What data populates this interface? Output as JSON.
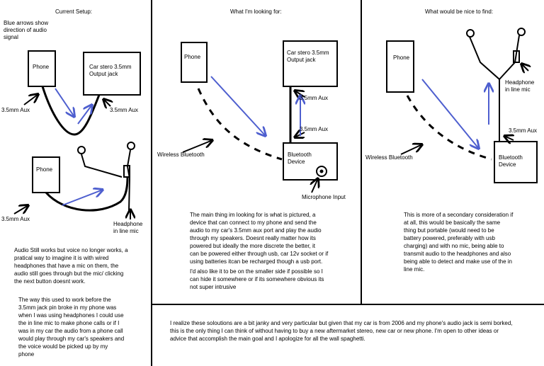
{
  "panels": {
    "current": {
      "title": "Current Setup:",
      "note": "Blue arrows show\ndirection of audio\nsignal",
      "phone_top": "Phone",
      "car_stereo": "Car stero 3.5mm\nOutput jack",
      "aux_left_top": "3.5mm Aux",
      "aux_right_top": "3.5mm Aux",
      "phone_bottom": "Phone",
      "aux_bottom": "3.5mm Aux",
      "headphone_label": "Headphone\nin line mic",
      "paragraph_1": "Audio Still works but voice no longer works, a\npratical way to imagine it is with wired\nheadphones that have a mic on them, the\naudio still goes through but the mic/ clicking\nthe next button doesnt work.",
      "paragraph_2": "The way this used to work before the\n3.5mm jack pin broke in my phone was\nwhen I was using headphones I could use\nthe in line mic to make phone calls or if I\nwas in my car the audio from a phone call\nwould play through my car's speakers and\nthe voice would be picked up by my\nphone"
    },
    "looking": {
      "title": "What I'm looking for:",
      "phone": "Phone",
      "car_stereo": "Car stero 3.5mm\nOutput jack",
      "aux_top": "3.5mm Aux",
      "aux_bottom": "3.5mm Aux",
      "wireless": "Wireless Bluetooth",
      "bt_device": "Bluetooth\nDevice",
      "mic_input": "Microphone Input",
      "paragraph_1": "The main thing im looking for is what is pictured, a\ndevice that can connect to my phone and send the\naudio to my car's 3.5mm aux port and play the audio\nthrough my speakers. Doesnt really matter how its\npowered but ideally the more discrete the better, it\ncan be powered either through usb, car 12v socket or if\nusing batteries itcan  be recharged though a usb port.",
      "paragraph_2": "I'd also like it to be on the smaller side if possible so I\ncan hide it somewhere or if its somewhere obvious its\nnot super intrusive"
    },
    "nice": {
      "title": "What would be nice to find:",
      "phone": "Phone",
      "headphone_label": "Headphone\nin line mic",
      "aux": "3.5mm Aux",
      "wireless": "Wireless Bluetooth",
      "bt_device": "Bluetooth\nDevice",
      "paragraph": "This is more of a secondary consideration if\nat all, this would be basically the same\nthing but portable (would need to be\nbattery powered, preferably with usb\ncharging) and with no mic, being able to\ntransmit audio to the headphones and also\nbeing able to detect and make use of the in\nline mic."
    },
    "bottom": {
      "text": "I realize these soloutions are a bit janky and very particular but given that my car is from 2006 and my phone's audio jack is semi borked,\nthis is the only thing I can think of without having to buy a new aftermarket stereo, new car or new phone. I'm open to other ideas or\nadvice that accomplish the main goal and I apologize for all the wall spaghetti."
    }
  },
  "colors": {
    "arrow": "#4e5fcf",
    "ink": "#000000",
    "background": "#ffffff"
  }
}
